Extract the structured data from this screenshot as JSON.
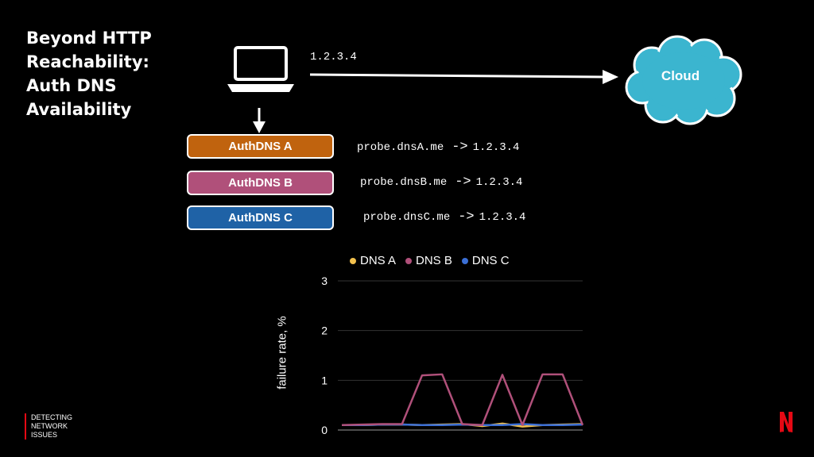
{
  "slide": {
    "title_lines": [
      "Beyond HTTP",
      "Reachability:",
      "Auth DNS",
      "Availability"
    ],
    "top_ip": "1.2.3.4",
    "cloud_label": "Cloud",
    "footer_lines": [
      "DETECTING",
      "NETWORK",
      "ISSUES"
    ]
  },
  "dns_servers": [
    {
      "label": "AuthDNS A",
      "color": "#c0630e",
      "probe": "probe.dnsA.me",
      "arrow": "->",
      "ip": "1.2.3.4"
    },
    {
      "label": "AuthDNS B",
      "color": "#b0507a",
      "probe": "probe.dnsB.me",
      "arrow": "->",
      "ip": "1.2.3.4"
    },
    {
      "label": "AuthDNS C",
      "color": "#1f62a6",
      "probe": "probe.dnsC.me",
      "arrow": "->",
      "ip": "1.2.3.4"
    }
  ],
  "icons": {
    "laptop": "laptop-icon",
    "cloud": "cloud-icon",
    "logo": "netflix-logo-icon"
  },
  "colors": {
    "cloud_fill": "#3bb5cf",
    "brand_red": "#e50914"
  },
  "chart_data": {
    "type": "line",
    "title": "",
    "xlabel": "",
    "ylabel": "failure rate, %",
    "ylim": [
      0,
      3
    ],
    "yticks": [
      0,
      1,
      2,
      3
    ],
    "grid": true,
    "legend": "top",
    "x": [
      0,
      1,
      2,
      3,
      4,
      5,
      6,
      7,
      8,
      9,
      10,
      11,
      12
    ],
    "series": [
      {
        "name": "DNS A",
        "color": "#f2c14e",
        "values": [
          0.1,
          0.1,
          0.11,
          0.11,
          0.1,
          0.11,
          0.12,
          0.08,
          0.13,
          0.07,
          0.1,
          0.11,
          0.12
        ]
      },
      {
        "name": "DNS B",
        "color": "#b0507a",
        "values": [
          0.1,
          0.11,
          0.12,
          0.12,
          1.1,
          1.12,
          0.12,
          0.1,
          1.11,
          0.1,
          1.12,
          1.12,
          0.1
        ]
      },
      {
        "name": "DNS C",
        "color": "#3b6fd6",
        "values": [
          0.1,
          0.1,
          0.11,
          0.11,
          0.1,
          0.1,
          0.11,
          0.1,
          0.1,
          0.12,
          0.1,
          0.1,
          0.11
        ]
      }
    ]
  }
}
